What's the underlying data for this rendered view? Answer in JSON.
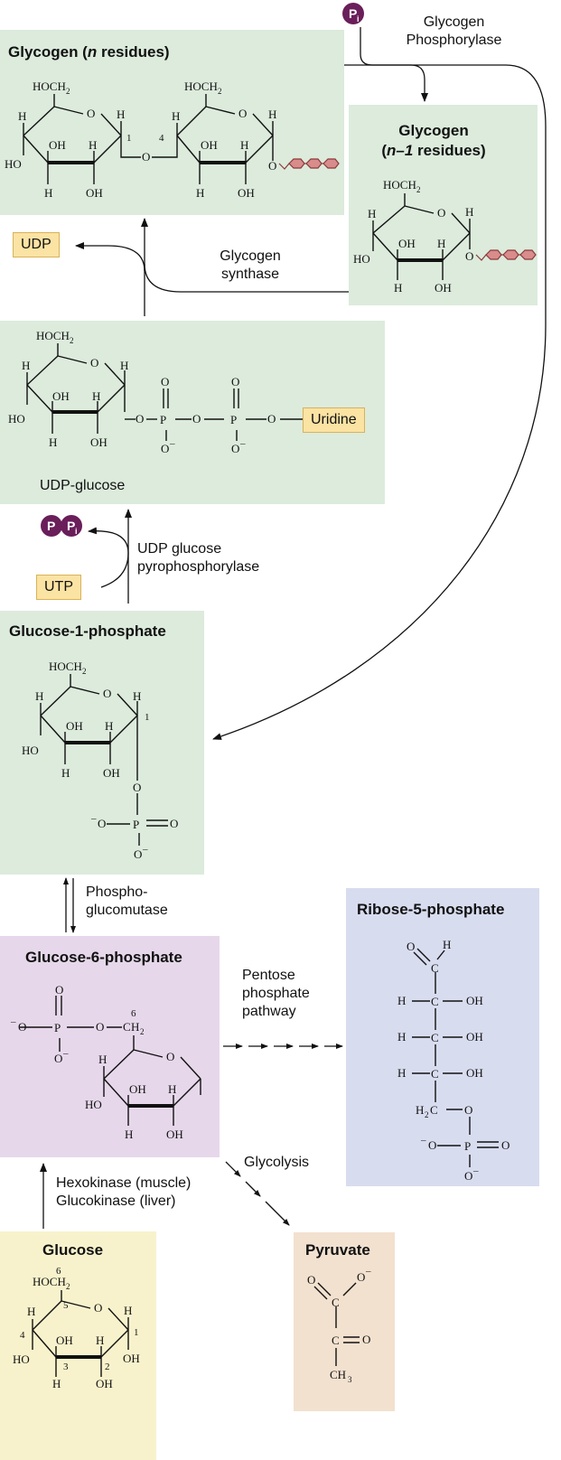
{
  "boxes": {
    "glycogen_n": {
      "title": "Glycogen (",
      "title_ital": "n",
      "title_end": " residues)"
    },
    "glycogen_n1": {
      "title_line1": "Glycogen",
      "title_line2_a": "(",
      "title_line2_ital": "n–1",
      "title_line2_b": " residues)"
    },
    "udp_glucose": {
      "caption": "UDP-glucose",
      "uridine": "Uridine"
    },
    "glucose_1_p": {
      "title": "Glucose-1-phosphate"
    },
    "glucose_6_p": {
      "title": "Glucose-6-phosphate"
    },
    "ribose_5_p": {
      "title": "Ribose-5-phosphate"
    },
    "glucose": {
      "title": "Glucose"
    },
    "pyruvate": {
      "title": "Pyruvate"
    }
  },
  "tags": {
    "udp": "UDP",
    "utp": "UTP"
  },
  "phosphate": {
    "p": "P",
    "pi": "P",
    "pi_sub": "i"
  },
  "enzymes": {
    "phosphorylase_1": "Glycogen",
    "phosphorylase_2": "Phosphorylase",
    "synthase_1": "Glycogen",
    "synthase_2": "synthase",
    "udpgp_1": "UDP glucose",
    "udpgp_2": "pyrophosphorylase",
    "mutase_1": "Phospho-",
    "mutase_2": "glucomutase",
    "pentose_1": "Pentose",
    "pentose_2": "phosphate",
    "pentose_3": "pathway",
    "glycolysis": "Glycolysis",
    "hexo_1": "Hexokinase (muscle)",
    "hexo_2": "Glucokinase (liver)"
  },
  "atoms": {
    "hoch2": "HOCH",
    "sub2": "2",
    "o": "O",
    "h": "H",
    "oh": "OH",
    "ho": "HO",
    "p": "P",
    "c": "C",
    "minus": "–",
    "n1": "1",
    "n2": "2",
    "n3": "3",
    "n4": "4",
    "n5": "5",
    "n6": "6",
    "h2c": "H",
    "ch3": "CH",
    "sub3": "3"
  }
}
